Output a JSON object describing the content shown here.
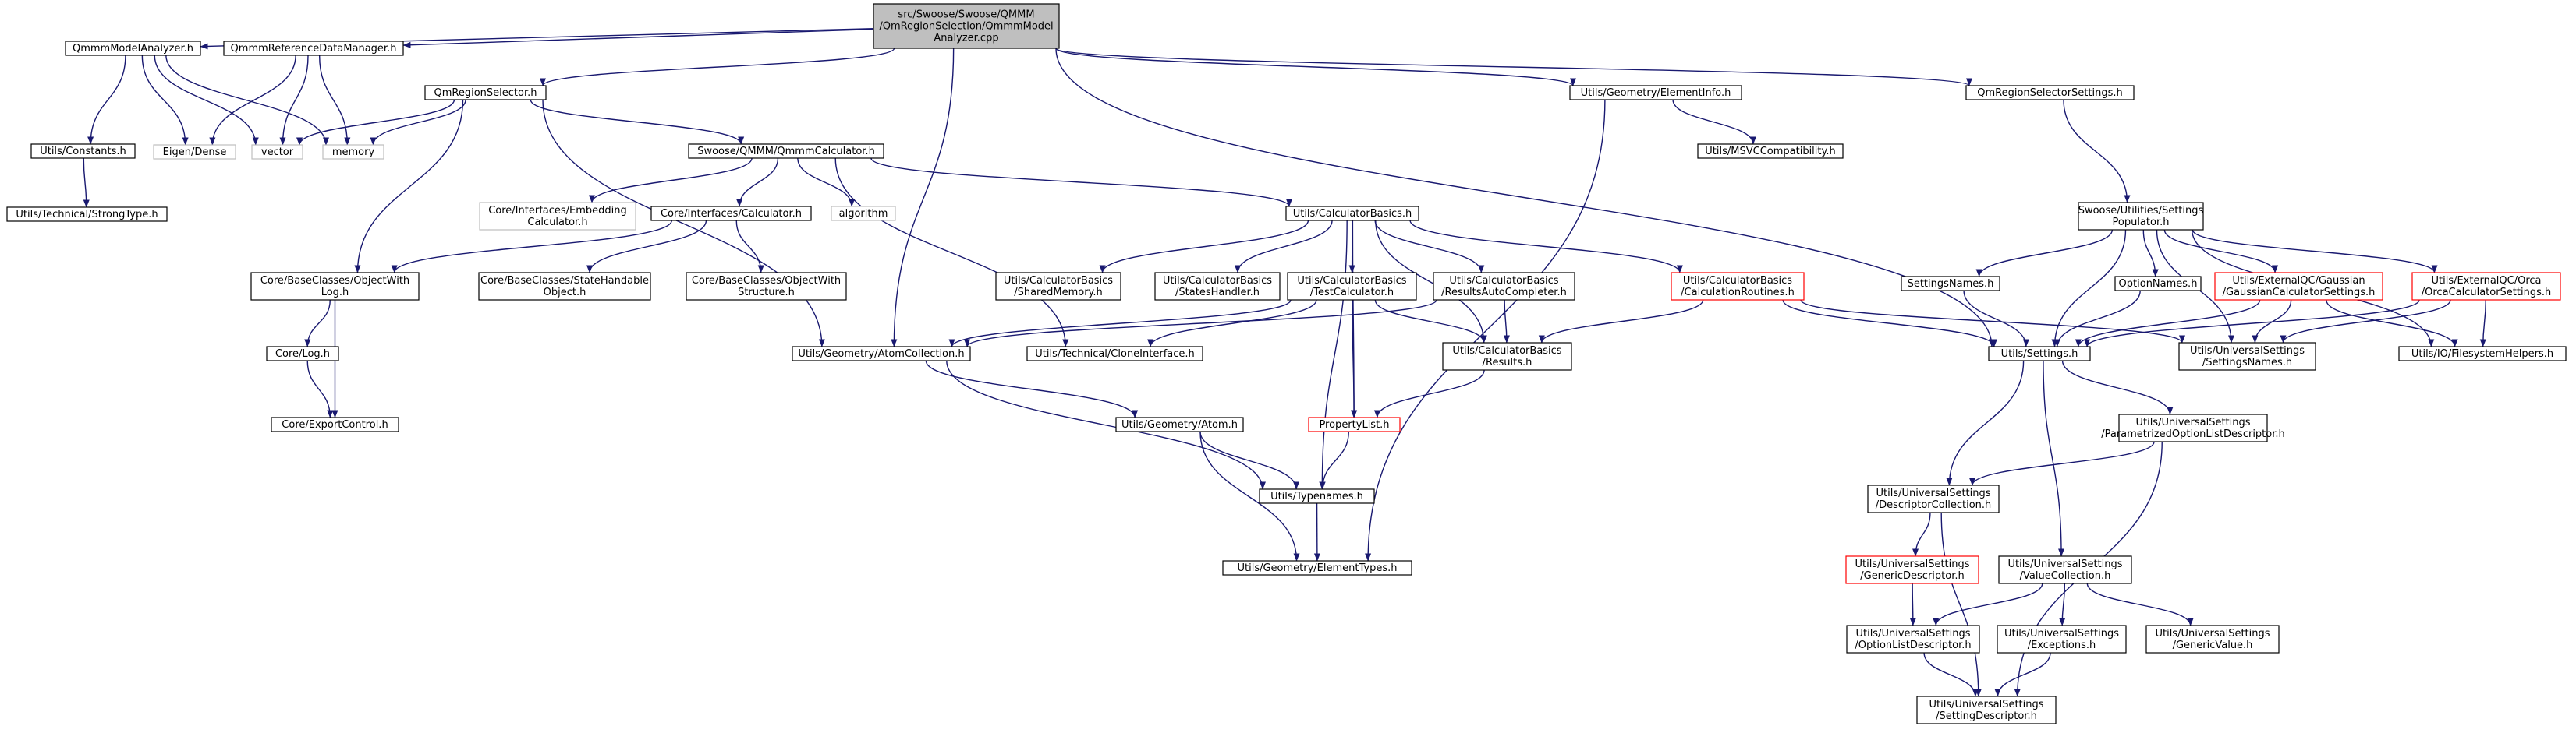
{
  "colors": {
    "edge": "#191970",
    "normal_border": "#000000",
    "external_border": "#bfbfbf",
    "truncated_border": "#ff0000",
    "root_fill": "#bfbfbf",
    "fill": "#ffffff"
  },
  "nodes": [
    {
      "id": "root",
      "lines": [
        "src/Swoose/Swoose/QMMM",
        "/QmRegionSelection/QmmmModel",
        "Analyzer.cpp"
      ],
      "style": "root"
    },
    {
      "id": "qmmm_model_analyzer",
      "lines": [
        "QmmmModelAnalyzer.h"
      ],
      "style": "normal"
    },
    {
      "id": "qmmm_reference_data_manager",
      "lines": [
        "QmmmReferenceDataManager.h"
      ],
      "style": "normal"
    },
    {
      "id": "qm_region_selector",
      "lines": [
        "QmRegionSelector.h"
      ],
      "style": "normal"
    },
    {
      "id": "element_info",
      "lines": [
        "Utils/Geometry/ElementInfo.h"
      ],
      "style": "normal"
    },
    {
      "id": "qm_region_selector_settings",
      "lines": [
        "QmRegionSelectorSettings.h"
      ],
      "style": "normal"
    },
    {
      "id": "utils_constants",
      "lines": [
        "Utils/Constants.h"
      ],
      "style": "normal"
    },
    {
      "id": "eigen_dense",
      "lines": [
        "Eigen/Dense"
      ],
      "style": "external"
    },
    {
      "id": "vector",
      "lines": [
        "vector"
      ],
      "style": "external"
    },
    {
      "id": "memory",
      "lines": [
        "memory"
      ],
      "style": "external"
    },
    {
      "id": "strong_type",
      "lines": [
        "Utils/Technical/StrongType.h"
      ],
      "style": "normal"
    },
    {
      "id": "qmmm_calculator",
      "lines": [
        "Swoose/QMMM/QmmmCalculator.h"
      ],
      "style": "normal"
    },
    {
      "id": "msvc_compat",
      "lines": [
        "Utils/MSVCCompatibility.h"
      ],
      "style": "normal"
    },
    {
      "id": "settings_populator",
      "lines": [
        "Swoose/Utilities/Settings",
        "Populator.h"
      ],
      "style": "normal"
    },
    {
      "id": "embedding_calculator",
      "lines": [
        "Core/Interfaces/Embedding",
        "Calculator.h"
      ],
      "style": "external"
    },
    {
      "id": "core_calculator",
      "lines": [
        "Core/Interfaces/Calculator.h"
      ],
      "style": "normal"
    },
    {
      "id": "algorithm",
      "lines": [
        "algorithm"
      ],
      "style": "external"
    },
    {
      "id": "calculator_basics",
      "lines": [
        "Utils/CalculatorBasics.h"
      ],
      "style": "normal"
    },
    {
      "id": "object_with_log",
      "lines": [
        "Core/BaseClasses/ObjectWith",
        "Log.h"
      ],
      "style": "normal"
    },
    {
      "id": "state_handable",
      "lines": [
        "Core/BaseClasses/StateHandable",
        "Object.h"
      ],
      "style": "normal"
    },
    {
      "id": "object_with_structure",
      "lines": [
        "Core/BaseClasses/ObjectWith",
        "Structure.h"
      ],
      "style": "normal"
    },
    {
      "id": "shared_memory",
      "lines": [
        "Utils/CalculatorBasics",
        "/SharedMemory.h"
      ],
      "style": "normal"
    },
    {
      "id": "states_handler",
      "lines": [
        "Utils/CalculatorBasics",
        "/StatesHandler.h"
      ],
      "style": "normal"
    },
    {
      "id": "test_calculator",
      "lines": [
        "Utils/CalculatorBasics",
        "/TestCalculator.h"
      ],
      "style": "normal"
    },
    {
      "id": "results_auto_completer",
      "lines": [
        "Utils/CalculatorBasics",
        "/ResultsAutoCompleter.h"
      ],
      "style": "normal"
    },
    {
      "id": "calculation_routines",
      "lines": [
        "Utils/CalculatorBasics",
        "/CalculationRoutines.h"
      ],
      "style": "truncated"
    },
    {
      "id": "settings_names",
      "lines": [
        "SettingsNames.h"
      ],
      "style": "normal"
    },
    {
      "id": "option_names",
      "lines": [
        "OptionNames.h"
      ],
      "style": "normal"
    },
    {
      "id": "gaussian_settings",
      "lines": [
        "Utils/ExternalQC/Gaussian",
        "/GaussianCalculatorSettings.h"
      ],
      "style": "truncated"
    },
    {
      "id": "orca_settings",
      "lines": [
        "Utils/ExternalQC/Orca",
        "/OrcaCalculatorSettings.h"
      ],
      "style": "truncated"
    },
    {
      "id": "core_log",
      "lines": [
        "Core/Log.h"
      ],
      "style": "normal"
    },
    {
      "id": "atom_collection",
      "lines": [
        "Utils/Geometry/AtomCollection.h"
      ],
      "style": "normal"
    },
    {
      "id": "clone_interface",
      "lines": [
        "Utils/Technical/CloneInterface.h"
      ],
      "style": "normal"
    },
    {
      "id": "results",
      "lines": [
        "Utils/CalculatorBasics",
        "/Results.h"
      ],
      "style": "normal"
    },
    {
      "id": "utils_settings",
      "lines": [
        "Utils/Settings.h"
      ],
      "style": "normal"
    },
    {
      "id": "us_settings_names",
      "lines": [
        "Utils/UniversalSettings",
        "/SettingsNames.h"
      ],
      "style": "normal"
    },
    {
      "id": "filesystem_helpers",
      "lines": [
        "Utils/IO/FilesystemHelpers.h"
      ],
      "style": "normal"
    },
    {
      "id": "export_control",
      "lines": [
        "Core/ExportControl.h"
      ],
      "style": "normal"
    },
    {
      "id": "atom",
      "lines": [
        "Utils/Geometry/Atom.h"
      ],
      "style": "normal"
    },
    {
      "id": "property_list",
      "lines": [
        "PropertyList.h"
      ],
      "style": "truncated"
    },
    {
      "id": "parametrized_option_list",
      "lines": [
        "Utils/UniversalSettings",
        "/ParametrizedOptionListDescriptor.h"
      ],
      "style": "normal"
    },
    {
      "id": "typenames",
      "lines": [
        "Utils/Typenames.h"
      ],
      "style": "normal"
    },
    {
      "id": "descriptor_collection",
      "lines": [
        "Utils/UniversalSettings",
        "/DescriptorCollection.h"
      ],
      "style": "normal"
    },
    {
      "id": "element_types",
      "lines": [
        "Utils/Geometry/ElementTypes.h"
      ],
      "style": "normal"
    },
    {
      "id": "generic_descriptor",
      "lines": [
        "Utils/UniversalSettings",
        "/GenericDescriptor.h"
      ],
      "style": "truncated"
    },
    {
      "id": "value_collection",
      "lines": [
        "Utils/UniversalSettings",
        "/ValueCollection.h"
      ],
      "style": "normal"
    },
    {
      "id": "option_list_descriptor",
      "lines": [
        "Utils/UniversalSettings",
        "/OptionListDescriptor.h"
      ],
      "style": "normal"
    },
    {
      "id": "exceptions",
      "lines": [
        "Utils/UniversalSettings",
        "/Exceptions.h"
      ],
      "style": "normal"
    },
    {
      "id": "generic_value",
      "lines": [
        "Utils/UniversalSettings",
        "/GenericValue.h"
      ],
      "style": "normal"
    },
    {
      "id": "setting_descriptor",
      "lines": [
        "Utils/UniversalSettings",
        "/SettingDescriptor.h"
      ],
      "style": "normal"
    }
  ],
  "edges": [
    [
      "root",
      "qmmm_model_analyzer"
    ],
    [
      "root",
      "qmmm_reference_data_manager"
    ],
    [
      "root",
      "qm_region_selector"
    ],
    [
      "root",
      "atom_collection"
    ],
    [
      "root",
      "element_info"
    ],
    [
      "root",
      "utils_settings"
    ],
    [
      "root",
      "qm_region_selector_settings"
    ],
    [
      "qmmm_model_analyzer",
      "utils_constants"
    ],
    [
      "qmmm_model_analyzer",
      "eigen_dense"
    ],
    [
      "qmmm_model_analyzer",
      "vector"
    ],
    [
      "qmmm_model_analyzer",
      "memory"
    ],
    [
      "utils_constants",
      "strong_type"
    ],
    [
      "qmmm_reference_data_manager",
      "eigen_dense"
    ],
    [
      "qmmm_reference_data_manager",
      "vector"
    ],
    [
      "qmmm_reference_data_manager",
      "memory"
    ],
    [
      "qm_region_selector",
      "vector"
    ],
    [
      "qm_region_selector",
      "memory"
    ],
    [
      "qm_region_selector",
      "qmmm_calculator"
    ],
    [
      "qm_region_selector",
      "object_with_log"
    ],
    [
      "qm_region_selector",
      "atom_collection"
    ],
    [
      "qmmm_calculator",
      "embedding_calculator"
    ],
    [
      "qmmm_calculator",
      "core_calculator"
    ],
    [
      "qmmm_calculator",
      "algorithm"
    ],
    [
      "qmmm_calculator",
      "calculator_basics"
    ],
    [
      "qmmm_calculator",
      "clone_interface"
    ],
    [
      "core_calculator",
      "object_with_log"
    ],
    [
      "core_calculator",
      "state_handable"
    ],
    [
      "core_calculator",
      "object_with_structure"
    ],
    [
      "object_with_log",
      "core_log"
    ],
    [
      "object_with_log",
      "export_control"
    ],
    [
      "core_log",
      "export_control"
    ],
    [
      "calculator_basics",
      "shared_memory"
    ],
    [
      "calculator_basics",
      "states_handler"
    ],
    [
      "calculator_basics",
      "test_calculator"
    ],
    [
      "calculator_basics",
      "results_auto_completer"
    ],
    [
      "calculator_basics",
      "calculation_routines"
    ],
    [
      "calculator_basics",
      "results"
    ],
    [
      "calculator_basics",
      "property_list"
    ],
    [
      "calculator_basics",
      "typenames"
    ],
    [
      "test_calculator",
      "atom_collection"
    ],
    [
      "test_calculator",
      "clone_interface"
    ],
    [
      "test_calculator",
      "property_list"
    ],
    [
      "test_calculator",
      "results"
    ],
    [
      "results_auto_completer",
      "atom_collection"
    ],
    [
      "results_auto_completer",
      "results"
    ],
    [
      "calculation_routines",
      "results"
    ],
    [
      "calculation_routines",
      "utils_settings"
    ],
    [
      "calculation_routines",
      "us_settings_names"
    ],
    [
      "atom_collection",
      "atom"
    ],
    [
      "atom_collection",
      "typenames"
    ],
    [
      "atom",
      "typenames"
    ],
    [
      "atom",
      "element_types"
    ],
    [
      "results",
      "property_list"
    ],
    [
      "property_list",
      "typenames"
    ],
    [
      "typenames",
      "element_types"
    ],
    [
      "element_info",
      "msvc_compat"
    ],
    [
      "element_info",
      "element_types"
    ],
    [
      "qm_region_selector_settings",
      "settings_populator"
    ],
    [
      "settings_populator",
      "settings_names"
    ],
    [
      "settings_populator",
      "utils_settings"
    ],
    [
      "settings_populator",
      "option_names"
    ],
    [
      "settings_populator",
      "us_settings_names"
    ],
    [
      "settings_populator",
      "gaussian_settings"
    ],
    [
      "settings_populator",
      "orca_settings"
    ],
    [
      "settings_populator",
      "filesystem_helpers"
    ],
    [
      "settings_names",
      "utils_settings"
    ],
    [
      "option_names",
      "utils_settings"
    ],
    [
      "gaussian_settings",
      "utils_settings"
    ],
    [
      "gaussian_settings",
      "us_settings_names"
    ],
    [
      "gaussian_settings",
      "filesystem_helpers"
    ],
    [
      "orca_settings",
      "utils_settings"
    ],
    [
      "orca_settings",
      "us_settings_names"
    ],
    [
      "orca_settings",
      "filesystem_helpers"
    ],
    [
      "utils_settings",
      "parametrized_option_list"
    ],
    [
      "utils_settings",
      "descriptor_collection"
    ],
    [
      "utils_settings",
      "value_collection"
    ],
    [
      "parametrized_option_list",
      "descriptor_collection"
    ],
    [
      "parametrized_option_list",
      "setting_descriptor"
    ],
    [
      "descriptor_collection",
      "generic_descriptor"
    ],
    [
      "descriptor_collection",
      "setting_descriptor"
    ],
    [
      "generic_descriptor",
      "option_list_descriptor"
    ],
    [
      "value_collection",
      "option_list_descriptor"
    ],
    [
      "value_collection",
      "exceptions"
    ],
    [
      "value_collection",
      "generic_value"
    ],
    [
      "option_list_descriptor",
      "setting_descriptor"
    ],
    [
      "exceptions",
      "setting_descriptor"
    ]
  ]
}
